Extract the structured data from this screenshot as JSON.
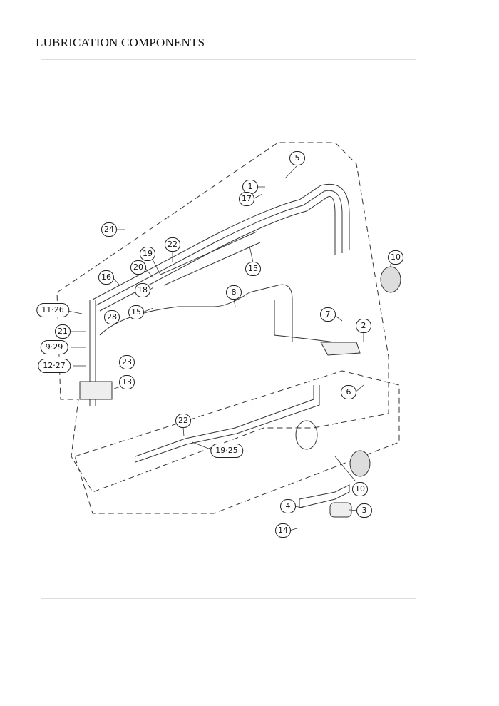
{
  "title": "LUBRICATION COMPONENTS",
  "callouts": [
    "5",
    "1",
    "17",
    "24",
    "22",
    "19",
    "20",
    "15",
    "16",
    "18",
    "8",
    "15",
    "11·26",
    "28",
    "7",
    "2",
    "21",
    "9·29",
    "10",
    "23",
    "12·27",
    "13",
    "6",
    "22",
    "19·25",
    "10",
    "4",
    "3",
    "14"
  ]
}
